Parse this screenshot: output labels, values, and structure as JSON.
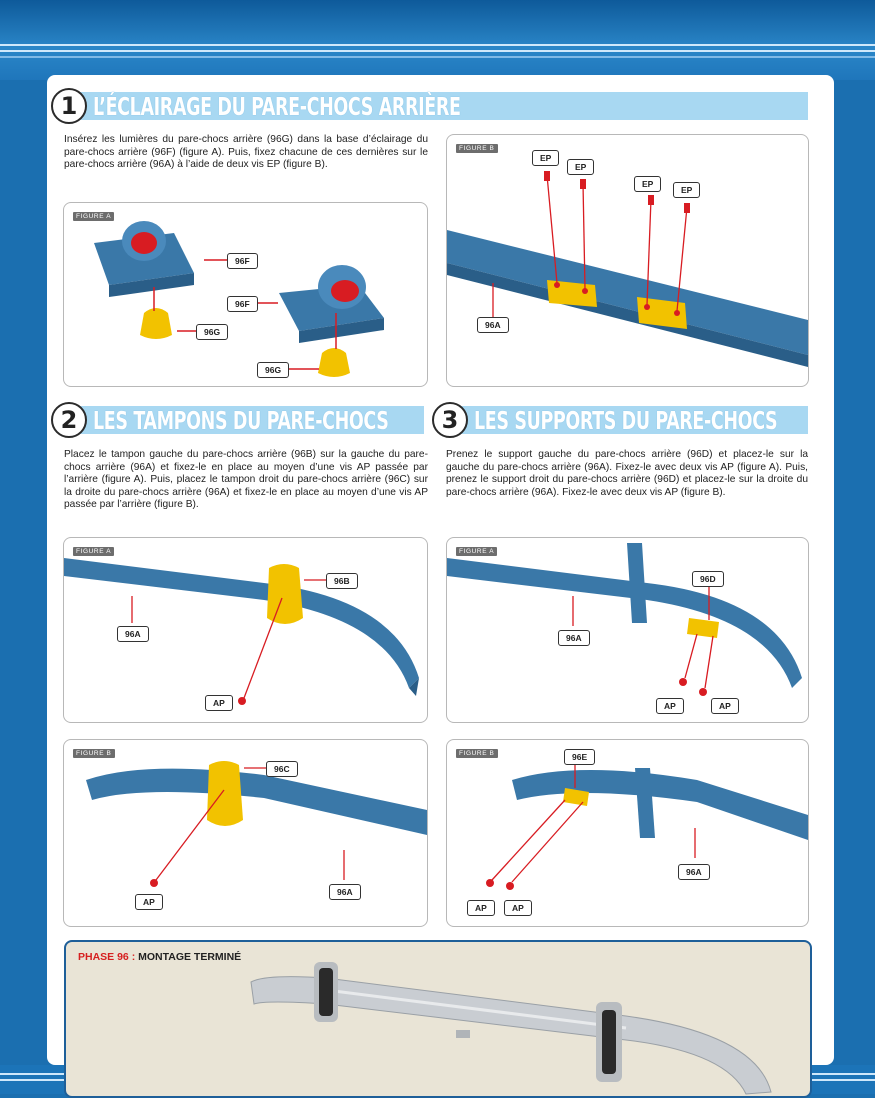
{
  "steps": [
    {
      "number": "1",
      "title": "L’ÉCLAIRAGE DU PARE-CHOCS ARRIÈRE",
      "text": "Insérez les lumières du pare-chocs arrière (96G) dans la base d’éclairage du pare-chocs arrière (96F) (figure A). Puis, fixez chacune de ces dernières sur le pare-chocs arrière (96A) à l’aide de deux vis EP (figure B).",
      "figA": {
        "tag": "FIGURE A",
        "labels": [
          "96F",
          "96F",
          "96G",
          "96G"
        ]
      },
      "figB": {
        "tag": "FIGURE B",
        "labels": [
          "EP",
          "EP",
          "EP",
          "EP",
          "96A"
        ]
      }
    },
    {
      "number": "2",
      "title": "LES TAMPONS DU PARE-CHOCS",
      "text": "Placez le tampon gauche du pare-chocs arrière (96B) sur la gauche du pare-chocs arrière (96A) et fixez-le en place au moyen d’une vis AP passée par l’arrière (figure A). Puis, placez le tampon droit du pare-chocs arrière (96C) sur la droite du pare-chocs arrière (96A) et fixez-le en place au moyen d’une vis AP passée par l’arrière (figure B).",
      "figA": {
        "tag": "FIGURE A",
        "labels": [
          "96B",
          "96A",
          "AP"
        ]
      },
      "figB": {
        "tag": "FIGURE B",
        "labels": [
          "96C",
          "AP",
          "96A"
        ]
      }
    },
    {
      "number": "3",
      "title": "LES SUPPORTS DU PARE-CHOCS",
      "text": "Prenez le support gauche du pare-chocs arrière (96D) et placez-le sur la gauche du pare-chocs arrière (96A). Fixez-le avec deux vis AP (figure A). Puis, prenez le support droit du pare-chocs arrière (96D) et placez-le sur la droite du pare-chocs arrière (96A). Fixez-le avec deux vis AP (figure B).",
      "figA": {
        "tag": "FIGURE A",
        "labels": [
          "96D",
          "96A",
          "AP",
          "AP"
        ]
      },
      "figB": {
        "tag": "FIGURE B",
        "labels": [
          "96E",
          "96A",
          "AP",
          "AP"
        ]
      }
    }
  ],
  "final": {
    "phase": "PHASE 96 :",
    "label": "MONTAGE TERMINÉ"
  },
  "colors": {
    "part_blue": "#3a78a8",
    "part_yellow": "#f2c200",
    "screw_red": "#d81c22",
    "title_bar": "#a8d8f2",
    "frame_blue": "#1e5f99"
  }
}
